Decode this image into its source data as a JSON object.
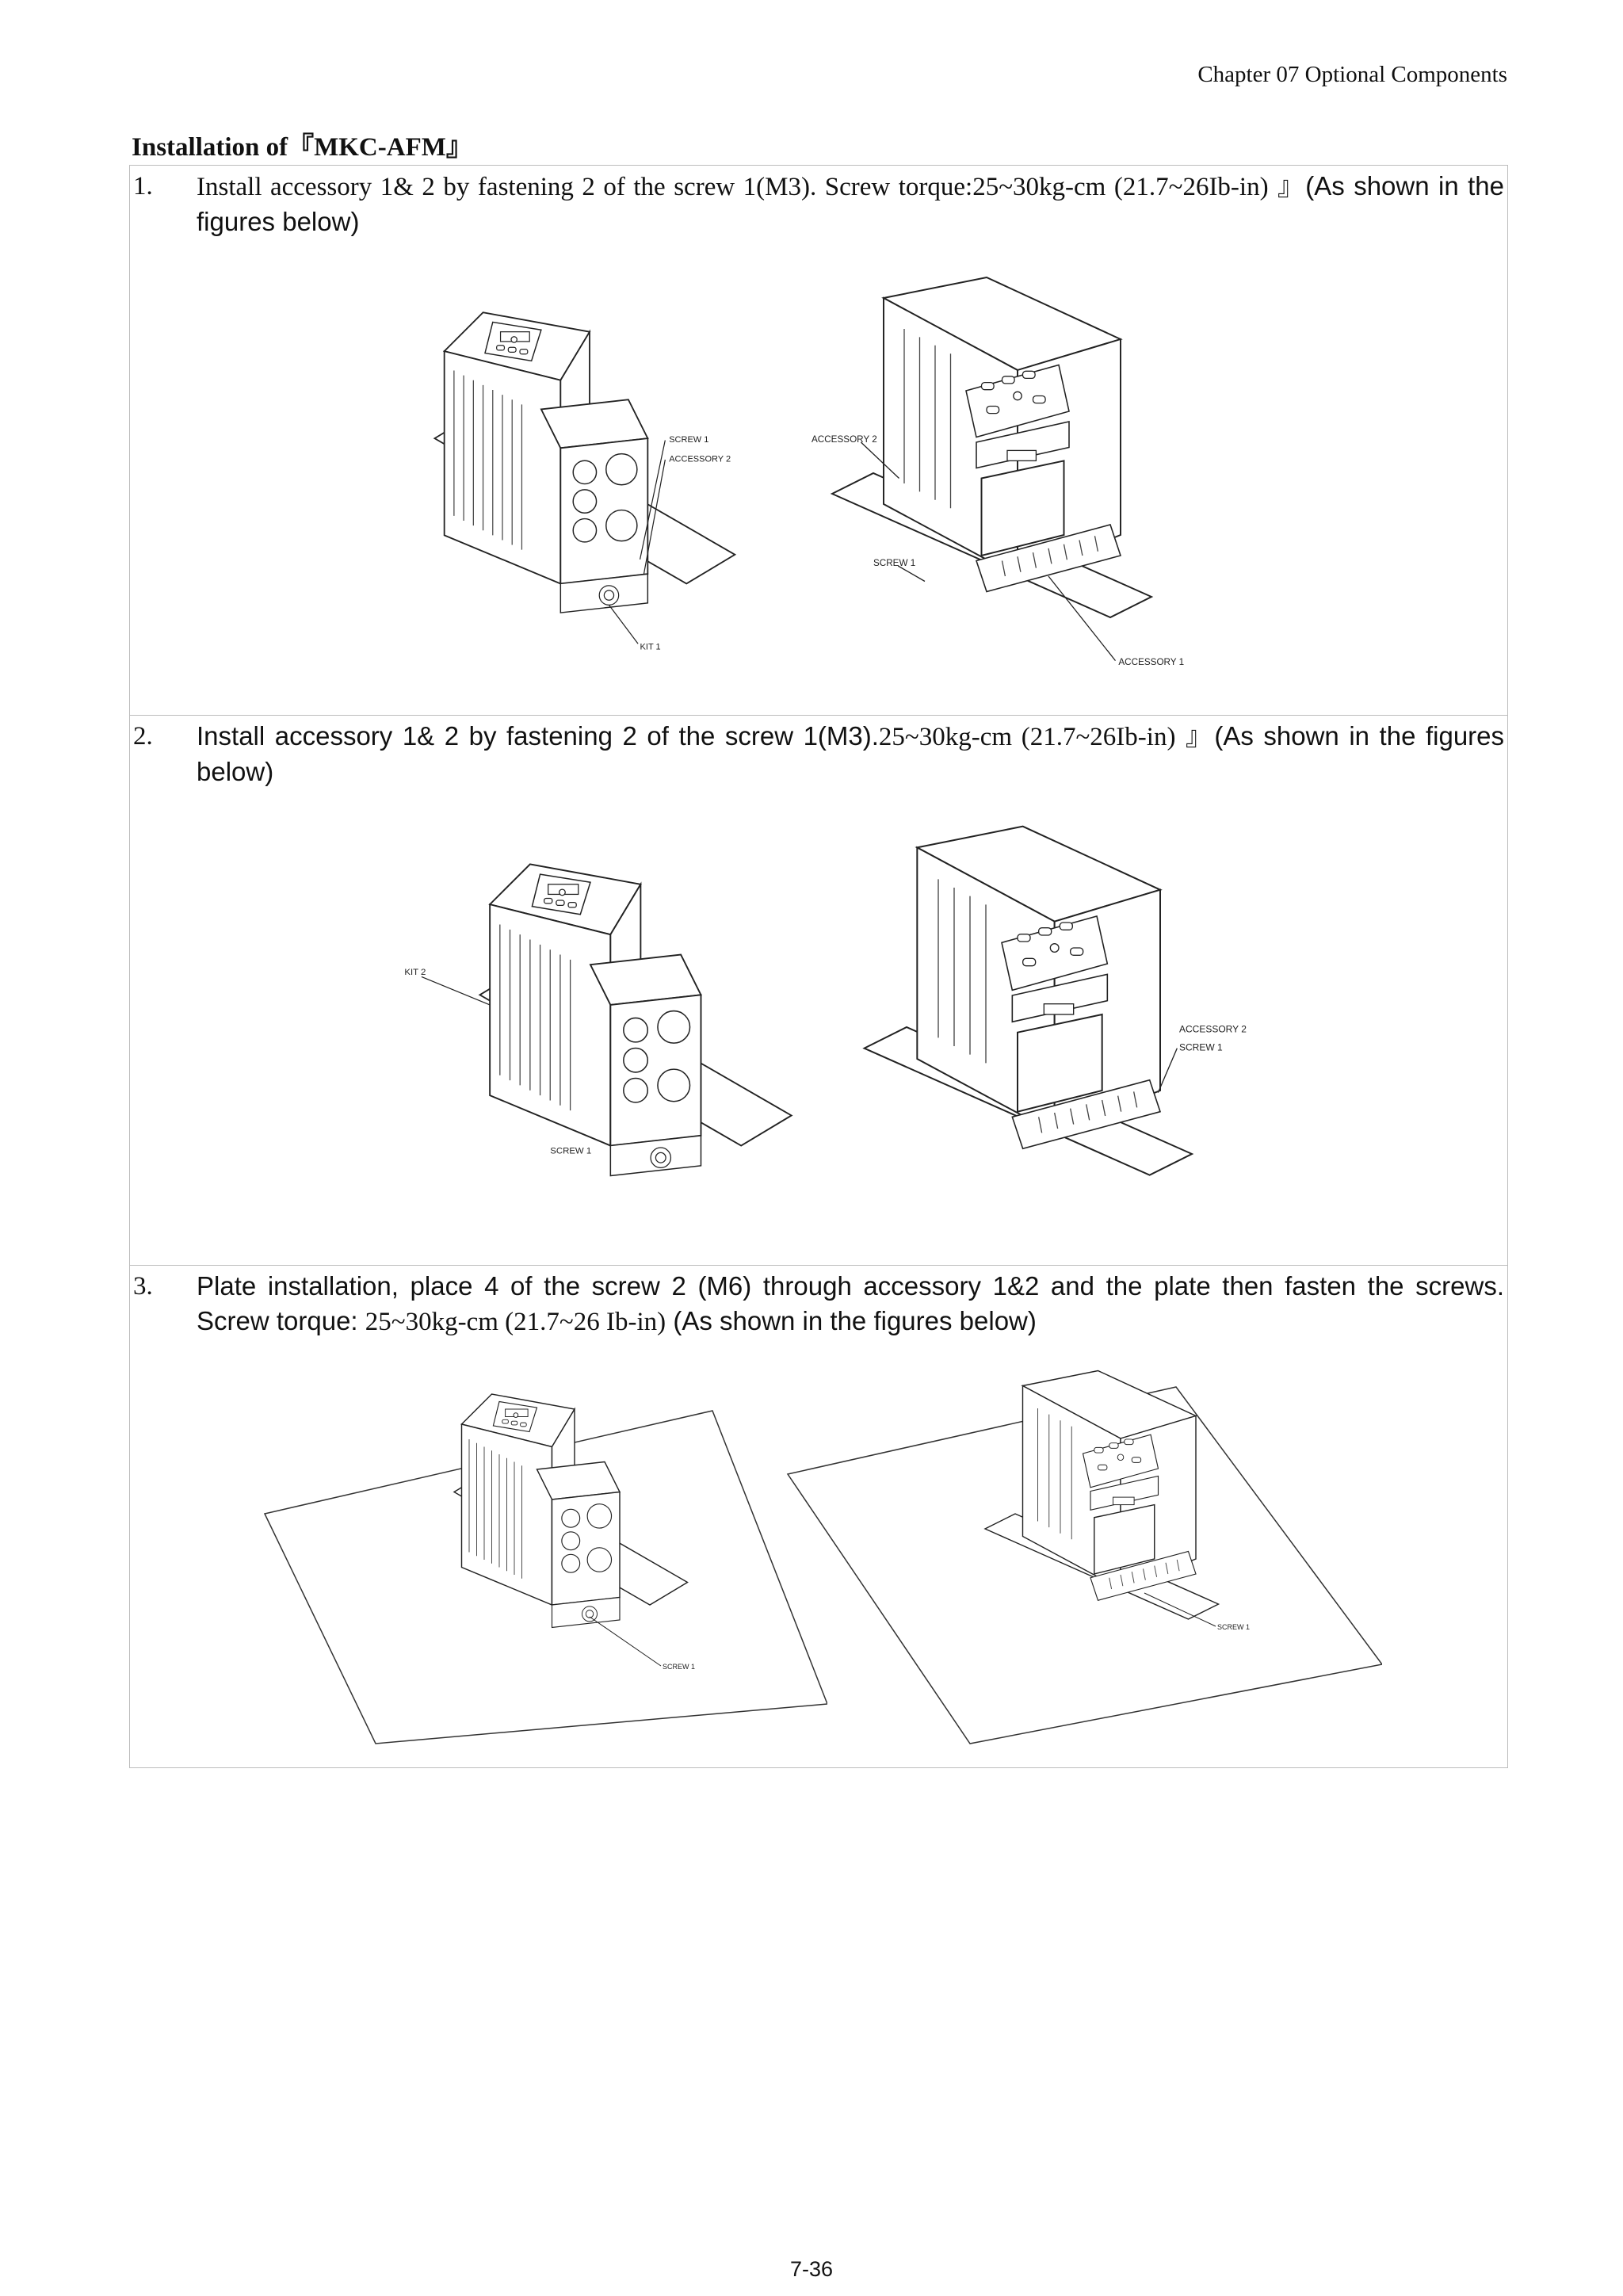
{
  "header": {
    "chapter": "Chapter 07 Optional Components"
  },
  "section": {
    "title": "Installation of『MKC-AFM』"
  },
  "steps": [
    {
      "number": "1.",
      "text_a": "Install accessory 1& 2 by fastening 2 of the screw 1(M3). Screw torque:25~30kg-cm (21.7~26Ib-in)",
      "text_b": "』(As shown in the figures below)",
      "figure_labels": {
        "screw_1": "SCREW 1",
        "accessory_2": "ACCESSORY 2",
        "kit_1": "KIT 1",
        "accessory_1": "ACCESSORY 1"
      }
    },
    {
      "number": "2.",
      "text_a": "Install accessory 1& 2 by fastening 2 of the screw 1(M3).",
      "text_serif": "25~30kg-cm (21.7~26Ib-in)",
      "text_b": "』(As shown in the figures below)",
      "figure_labels": {
        "kit_2": "KIT 2",
        "screw_1": "SCREW 1",
        "accessory_2": "ACCESSORY 2"
      }
    },
    {
      "number": "3.",
      "text_a": "Plate installation, place 4 of the screw 2 (M6) through accessory 1&2 and the plate then fasten the screws. Screw torque: ",
      "text_serif": "25~30kg-cm (21.7~26 Ib-in)",
      "text_b": " (As shown in the figures below)",
      "figure_labels": {
        "screw_1": "SCREW 1"
      }
    }
  ],
  "footer": {
    "page_number": "7-36"
  }
}
